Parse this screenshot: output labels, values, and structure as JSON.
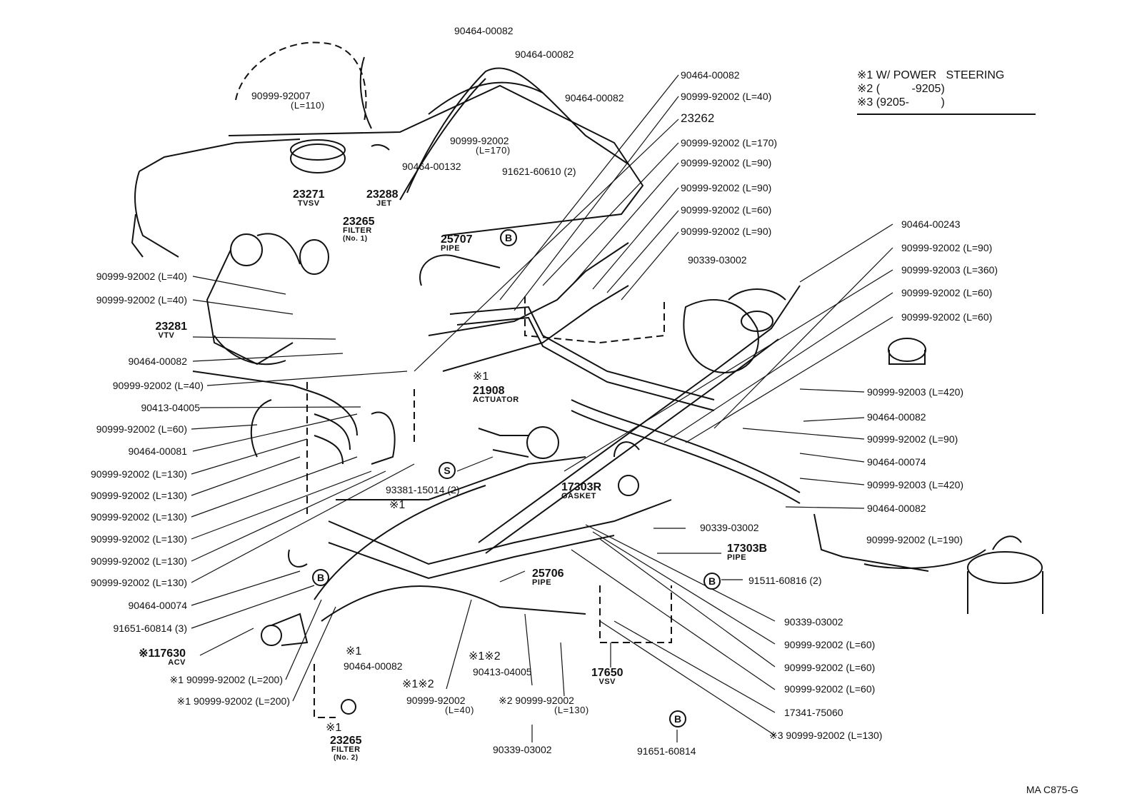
{
  "legend": {
    "line1": "※1 W/ POWER   STEERING",
    "line2": "※2 (          -9205)",
    "line3": "※3 (9205-          )"
  },
  "drawing_code": "MA C875-G",
  "refs": {
    "b": "B",
    "s": "S"
  },
  "labels": {
    "p90464_00082_top": "90464-00082",
    "p90464_00082_top2": "90464-00082",
    "p90464_00082_top3": "90464-00082",
    "p90999_92007": "90999-92007",
    "p90999_92007_len": "(L=110)",
    "p90999_92002_l170a": "90999-92002",
    "p90999_92002_l170a_len": "(L=170)",
    "p90464_00132": "90464-00132",
    "p91621_60610": "91621-60610 (2)",
    "p23271": "23271",
    "p23271_sub": "TVSV",
    "p23288": "23288",
    "p23288_sub": "JET",
    "p23265": "23265",
    "p23265_sub": "FILTER",
    "p23265_sub2": "(No. 1)",
    "p25707": "25707",
    "p25707_sub": "PIPE",
    "r_90464_00082": "90464-00082",
    "r_90999_92002_l40": "90999-92002 (L=40)",
    "r_23262": "23262",
    "r_90999_92002_l170": "90999-92002 (L=170)",
    "r_90999_92002_l90a": "90999-92002 (L=90)",
    "r_90999_92002_l90b": "90999-92002 (L=90)",
    "r_90999_92002_l60a": "90999-92002 (L=60)",
    "r_90999_92002_l90c": "90999-92002 (L=90)",
    "r_90339_03002": "90339-03002",
    "r_90464_00243": "90464-00243",
    "r_90999_92002_l90d": "90999-92002 (L=90)",
    "r_90999_92003_l360": "90999-92003 (L=360)",
    "r_90999_92002_l60b": "90999-92002 (L=60)",
    "r_90999_92002_l60c": "90999-92002 (L=60)",
    "r_90999_92003_l420a": "90999-92003 (L=420)",
    "r_90464_00082b": "90464-00082",
    "r_90999_92002_l90e": "90999-92002 (L=90)",
    "r_90464_00074": "90464-00074",
    "r_90999_92003_l420b": "90999-92003 (L=420)",
    "r_90464_00082c": "90464-00082",
    "r_90999_92002_l190": "90999-92002 (L=190)",
    "l_90999_92002_l40a": "90999-92002 (L=40)",
    "l_90999_92002_l40b": "90999-92002 (L=40)",
    "l_23281": "23281",
    "l_23281_sub": "VTV",
    "l_90464_00082": "90464-00082",
    "l_90999_92002_l40c": "90999-92002 (L=40)",
    "l_90413_04005": "90413-04005",
    "l_90999_92002_l60": "90999-92002 (L=60)",
    "l_90464_00081": "90464-00081",
    "l_90999_92002_l130a": "90999-92002 (L=130)",
    "l_90999_92002_l130b": "90999-92002 (L=130)",
    "l_90999_92002_l130c": "90999-92002 (L=130)",
    "l_90999_92002_l130d": "90999-92002 (L=130)",
    "l_90999_92002_l130e": "90999-92002 (L=130)",
    "l_90999_92002_l130f": "90999-92002 (L=130)",
    "l_90464_00074": "90464-00074",
    "l_91651_60814": "91651-60814 (3)",
    "l_117630": "※117630",
    "l_117630_sub": "ACV",
    "l_90999_92002_l200a": "※1 90999-92002 (L=200)",
    "l_90999_92002_l200b": "※1 90999-92002 (L=200)",
    "c_21908_mark": "※1",
    "c_21908": "21908",
    "c_21908_sub": "ACTUATOR",
    "c_93381": "93381-15014 (2)",
    "c_93381_mark": "※1",
    "c_17303r": "17303R",
    "c_17303r_sub": "GASKET",
    "c_90339_03002": "90339-03002",
    "c_17303b": "17303B",
    "c_17303b_sub": "PIPE",
    "c_91511": "91511-60816 (2)",
    "c_25706": "25706",
    "c_25706_sub": "PIPE",
    "b_90339_03002": "90339-03002",
    "b_90999_92002_l60a": "90999-92002 (L=60)",
    "b_90999_92002_l60b": "90999-92002 (L=60)",
    "b_90999_92002_l60c": "90999-92002 (L=60)",
    "b_17341": "17341-75060",
    "b_90999_92002_l130": "※3 90999-92002 (L=130)",
    "b_90464_00082_mark": "※1",
    "b_90464_00082": "90464-00082",
    "b_90413_mark": "※1※2",
    "b_90413": "90413-04005",
    "b_l40_mark": "※1※2",
    "b_l40": "90999-92002",
    "b_l40_len": "(L=40)",
    "b_l130": "※2 90999-92002",
    "b_l130_len": "(L=130)",
    "b_17650": "17650",
    "b_17650_sub": "VSV",
    "b_90339_03002b": "90339-03002",
    "b_91651_60814": "91651-60814",
    "b_23265_mark": "※1",
    "b_23265": "23265",
    "b_23265_sub": "FILTER",
    "b_23265_sub2": "(No. 2)"
  }
}
